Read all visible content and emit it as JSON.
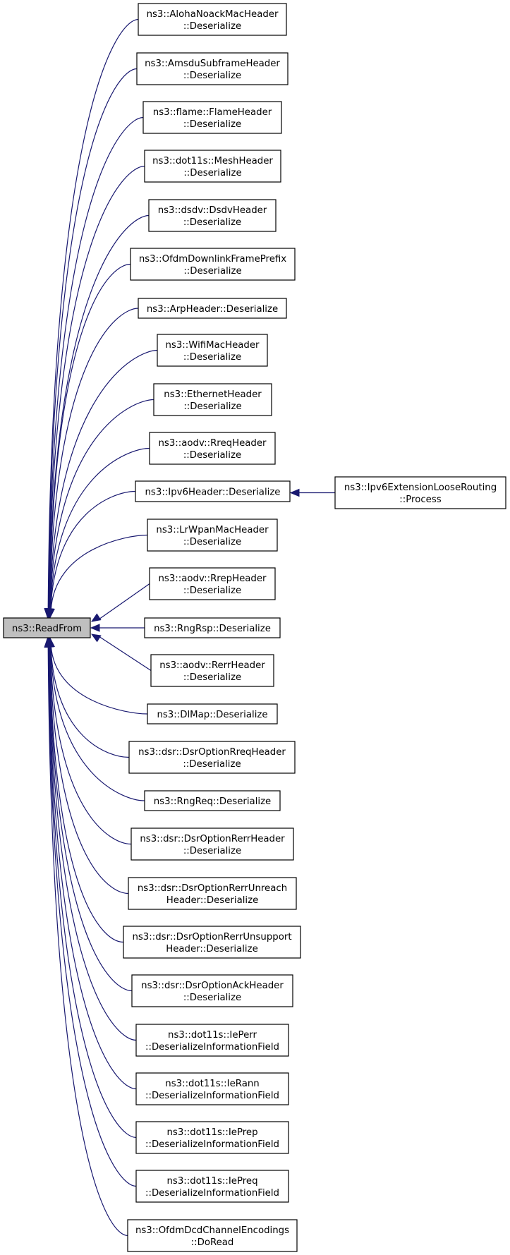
{
  "root": {
    "label": "ns3::ReadFrom"
  },
  "callers": [
    {
      "id": "aloha",
      "lines": [
        "ns3::AlohaNoackMacHeader",
        "::Deserialize"
      ]
    },
    {
      "id": "amsdu",
      "lines": [
        "ns3::AmsduSubframeHeader",
        "::Deserialize"
      ]
    },
    {
      "id": "flame",
      "lines": [
        "ns3::flame::FlameHeader",
        "::Deserialize"
      ]
    },
    {
      "id": "mesh",
      "lines": [
        "ns3::dot11s::MeshHeader",
        "::Deserialize"
      ]
    },
    {
      "id": "dsdv",
      "lines": [
        "ns3::dsdv::DsdvHeader",
        "::Deserialize"
      ]
    },
    {
      "id": "ofdm-prefix",
      "lines": [
        "ns3::OfdmDownlinkFramePrefix",
        "::Deserialize"
      ]
    },
    {
      "id": "arp",
      "lines": [
        "ns3::ArpHeader::Deserialize"
      ]
    },
    {
      "id": "wifimac",
      "lines": [
        "ns3::WifiMacHeader",
        "::Deserialize"
      ]
    },
    {
      "id": "ethernet",
      "lines": [
        "ns3::EthernetHeader",
        "::Deserialize"
      ]
    },
    {
      "id": "rreq",
      "lines": [
        "ns3::aodv::RreqHeader",
        "::Deserialize"
      ]
    },
    {
      "id": "ipv6",
      "lines": [
        "ns3::Ipv6Header::Deserialize"
      ]
    },
    {
      "id": "lrwpan",
      "lines": [
        "ns3::LrWpanMacHeader",
        "::Deserialize"
      ]
    },
    {
      "id": "rrep",
      "lines": [
        "ns3::aodv::RrepHeader",
        "::Deserialize"
      ]
    },
    {
      "id": "rngrsp",
      "lines": [
        "ns3::RngRsp::Deserialize"
      ]
    },
    {
      "id": "rerr",
      "lines": [
        "ns3::aodv::RerrHeader",
        "::Deserialize"
      ]
    },
    {
      "id": "dlmap",
      "lines": [
        "ns3::DlMap::Deserialize"
      ]
    },
    {
      "id": "dsr-rreq",
      "lines": [
        "ns3::dsr::DsrOptionRreqHeader",
        "::Deserialize"
      ]
    },
    {
      "id": "rngreq",
      "lines": [
        "ns3::RngReq::Deserialize"
      ]
    },
    {
      "id": "dsr-rerr",
      "lines": [
        "ns3::dsr::DsrOptionRerrHeader",
        "::Deserialize"
      ]
    },
    {
      "id": "dsr-rerr-unreach",
      "lines": [
        "ns3::dsr::DsrOptionRerrUnreach",
        "Header::Deserialize"
      ]
    },
    {
      "id": "dsr-rerr-unsupport",
      "lines": [
        "ns3::dsr::DsrOptionRerrUnsupport",
        "Header::Deserialize"
      ]
    },
    {
      "id": "dsr-ack",
      "lines": [
        "ns3::dsr::DsrOptionAckHeader",
        "::Deserialize"
      ]
    },
    {
      "id": "ieperr",
      "lines": [
        "ns3::dot11s::IePerr",
        "::DeserializeInformationField"
      ]
    },
    {
      "id": "ierann",
      "lines": [
        "ns3::dot11s::IeRann",
        "::DeserializeInformationField"
      ]
    },
    {
      "id": "ieprep",
      "lines": [
        "ns3::dot11s::IePrep",
        "::DeserializeInformationField"
      ]
    },
    {
      "id": "iepreq",
      "lines": [
        "ns3::dot11s::IePreq",
        "::DeserializeInformationField"
      ]
    },
    {
      "id": "ofdm-dcd",
      "lines": [
        "ns3::OfdmDcdChannelEncodings",
        "::DoRead"
      ]
    }
  ],
  "secondary_callers": [
    {
      "id": "ipv6-loose-routing",
      "target": "ipv6",
      "lines": [
        "ns3::Ipv6ExtensionLooseRouting",
        "::Process"
      ]
    }
  ]
}
